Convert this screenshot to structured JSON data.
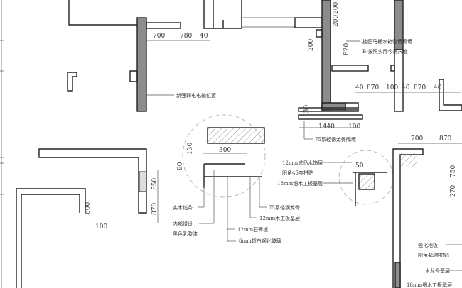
{
  "drawing": {
    "dims_top_left": [
      "700",
      "780",
      "40"
    ],
    "dims_vertical_mid": [
      "200",
      "200",
      "200",
      "820"
    ],
    "dims_right_row": [
      "40",
      "870",
      "100",
      "40",
      "870",
      "40"
    ],
    "dims_bottom_center": [
      "130",
      "1440",
      "100"
    ],
    "dims_detail_a": [
      "300",
      "130",
      "90"
    ],
    "dims_left": [
      "550",
      "870",
      "600",
      "100"
    ],
    "dims_detail_b": [
      "50"
    ],
    "dims_right_bottom": [
      "700",
      "870",
      "750",
      "270"
    ],
    "notes": {
      "toilet_wall_1": "挂壁马桶水箱侧墙隔墙",
      "toilet_wall_2": "B-按照实际今需尺度",
      "electric_box": "新强弱电电箱位置",
      "steel_stud_wall": "75系轻钢龙骨隔墙",
      "solid_wood_strip": "实木线条",
      "inner_add_1": "内部增设",
      "inner_add_2": "黑色乳胶漆",
      "gypsum": "12mm石膏板",
      "glass": "8mm超白钢化玻璃",
      "steel_stud": "75系轻钢龙骨",
      "plywood_12": "12mm木工板基层",
      "veneer_1": "12mm成品木饰层",
      "veneer_2": "阳角45度拼贴",
      "plywood_18": "18mm细木工板基层",
      "floor_1": "强化地板",
      "floor_2": "阳角45度拼贴",
      "keel": "木龙骨基层",
      "plywood_18b": "18mm细木工板基层"
    }
  }
}
